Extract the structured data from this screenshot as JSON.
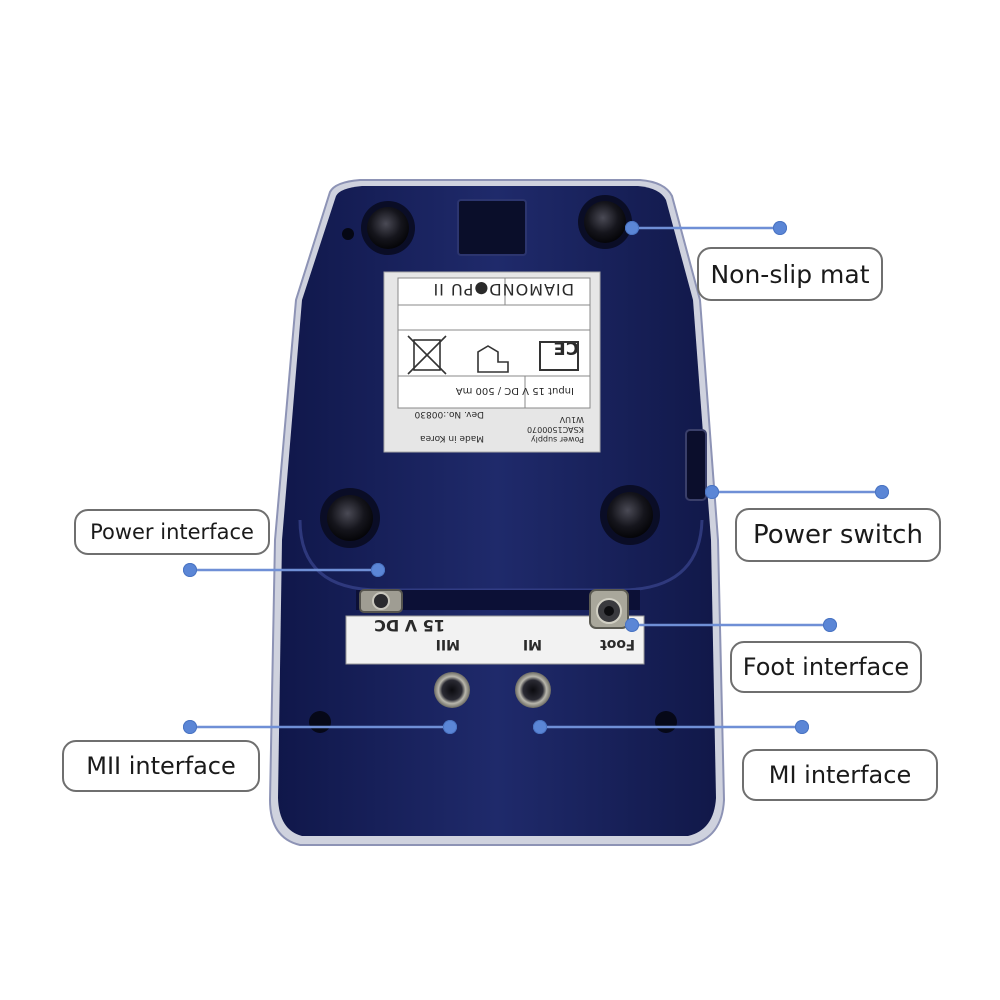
{
  "colors": {
    "device_body": "#17205a",
    "device_edge": "#8d93b5",
    "leader_line": "#6f8fd6",
    "callout_border": "#6f6f6f"
  },
  "device": {
    "rating_label": {
      "brand": "DIAMOND●PU II",
      "input": "Input 15 V DC / 500 mA",
      "dev_no": "Dev. No.:00830",
      "power_supply_line1": "Power supply",
      "power_supply_line2": "KSAC1500070",
      "power_supply_line3": "W1UV",
      "made_in": "Made in Korea",
      "ce_mark": "CE"
    },
    "port_label": {
      "dc": "15 V DC",
      "mii": "MII",
      "mi": "MI",
      "foot": "Foot"
    }
  },
  "callouts": {
    "non_slip_mat": "Non-slip mat",
    "power_switch": "Power switch",
    "power_interface": "Power interface",
    "foot_interface": "Foot interface",
    "mii_interface": "MII interface",
    "mi_interface": "MI interface"
  }
}
